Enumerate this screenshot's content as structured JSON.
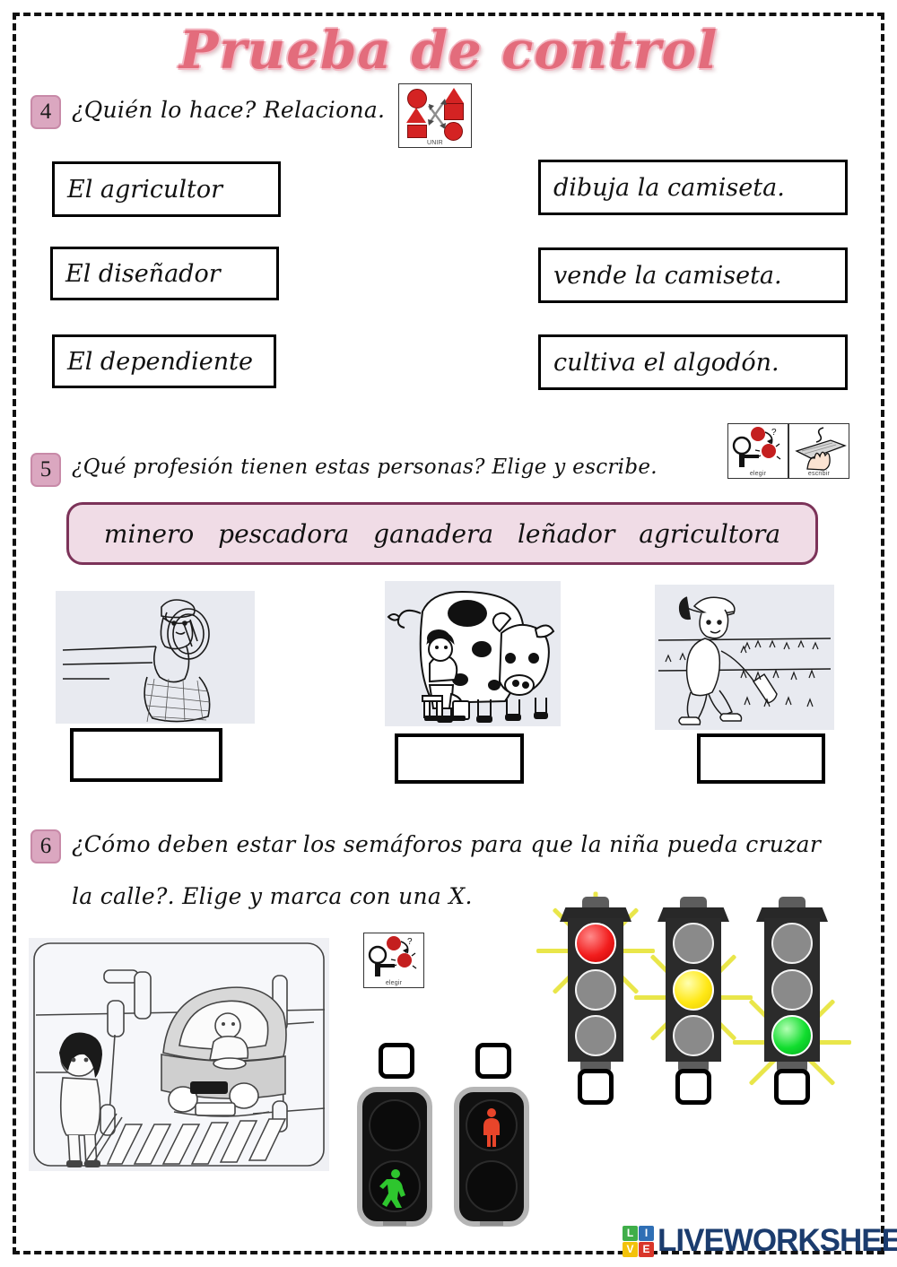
{
  "page": {
    "title": "Prueba de control",
    "title_color": "#e36c7c",
    "border_style": "dashed-black"
  },
  "exercise4": {
    "number": "4",
    "prompt": "¿Quién lo hace? Relaciona.",
    "pictogram": {
      "name": "unir",
      "caption": "UNIR"
    },
    "left_items": [
      "El agricultor",
      "El diseñador",
      "El dependiente"
    ],
    "right_items": [
      "dibuja la camiseta.",
      "vende la camiseta.",
      "cultiva el algodón."
    ]
  },
  "exercise5": {
    "number": "5",
    "prompt": "¿Qué profesión tienen estas personas? Elige y escribe.",
    "pictograms": [
      {
        "name": "elegir",
        "caption": "elegir"
      },
      {
        "name": "escribir",
        "caption": "escribir"
      }
    ],
    "word_bank": [
      "minero",
      "pescadora",
      "ganadera",
      "leñador",
      "agricultora"
    ],
    "word_bank_fill": "#f0dce6",
    "word_bank_border": "#7c3359",
    "images": [
      {
        "alt": "mujer pescando con red",
        "answer": ""
      },
      {
        "alt": "persona ordeñando una vaca",
        "answer": ""
      },
      {
        "alt": "mujer cultivando con azada",
        "answer": ""
      }
    ]
  },
  "exercise6": {
    "number": "6",
    "prompt_line1": "¿Cómo deben estar los semáforos para que la niña pueda cruzar",
    "prompt_line2": "la calle?. Elige y marca con una X.",
    "pictogram": {
      "name": "elegir",
      "caption": "elegir"
    },
    "scene": {
      "alt": "niña en un paso de cebra con un coche y semáforos"
    },
    "vehicle_lights": [
      {
        "lit": "red",
        "color": "#f21d1d",
        "checked": false
      },
      {
        "lit": "yellow",
        "color": "#ffe816",
        "checked": false
      },
      {
        "lit": "green",
        "color": "#11dd2e",
        "checked": false
      }
    ],
    "pedestrian_lights": [
      {
        "lit": "green-walking",
        "color": "#2ec62e",
        "checked": false
      },
      {
        "lit": "red-standing",
        "color": "#e8452a",
        "checked": false
      }
    ]
  },
  "footer": {
    "logo_letters": [
      "L",
      "I",
      "V",
      "E"
    ],
    "logo_colors": [
      "#3fae49",
      "#2f6fb5",
      "#f3c20a",
      "#d9362a"
    ],
    "wordmark": "LIVEWORKSHEETS",
    "wordmark_color": "#1b3c6e"
  }
}
